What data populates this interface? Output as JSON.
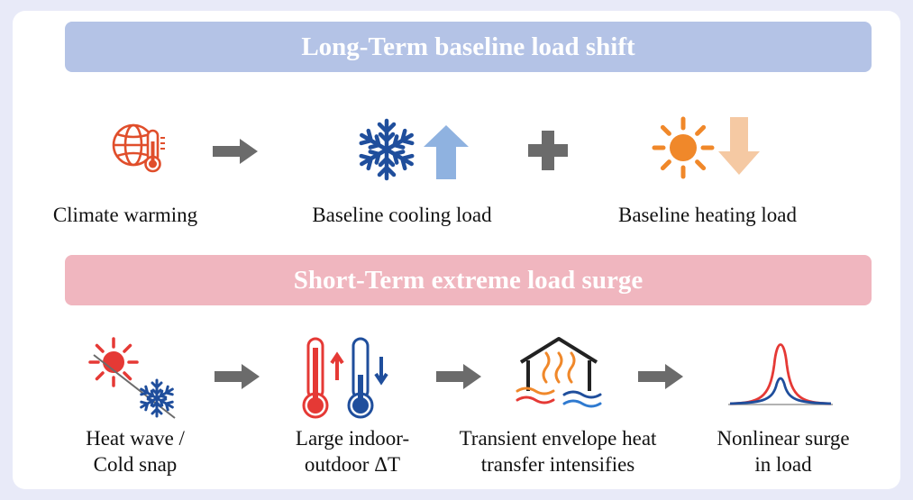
{
  "long_term": {
    "title": "Long-Term baseline load shift",
    "items": [
      {
        "label": "Climate warming",
        "icon": "globe-thermometer-icon"
      },
      {
        "label": "Baseline cooling load",
        "icon": "snowflake-icon",
        "trend": "up"
      },
      {
        "label": "Baseline heating load",
        "icon": "sun-icon",
        "trend": "down"
      }
    ],
    "operator": "plus"
  },
  "short_term": {
    "title": "Short-Term extreme load surge",
    "items": [
      {
        "line1": "Heat wave /",
        "line2": "Cold snap",
        "icon": "sun-snowflake-icon"
      },
      {
        "line1": "Large indoor-",
        "line2": "outdoor ΔT",
        "icon": "thermometers-icon"
      },
      {
        "line1": "Transient envelope heat",
        "line2": "transfer intensifies",
        "icon": "house-heat-icon"
      },
      {
        "line1": "Nonlinear surge",
        "line2": "in load",
        "icon": "peak-curve-icon"
      }
    ]
  },
  "colors": {
    "top_banner": "#b4c3e6",
    "bottom_banner": "#f0b6bf",
    "red": "#e53935",
    "blue": "#1f4e9c",
    "orange": "#f0882a",
    "arrow_gray": "#6b6b6b"
  }
}
